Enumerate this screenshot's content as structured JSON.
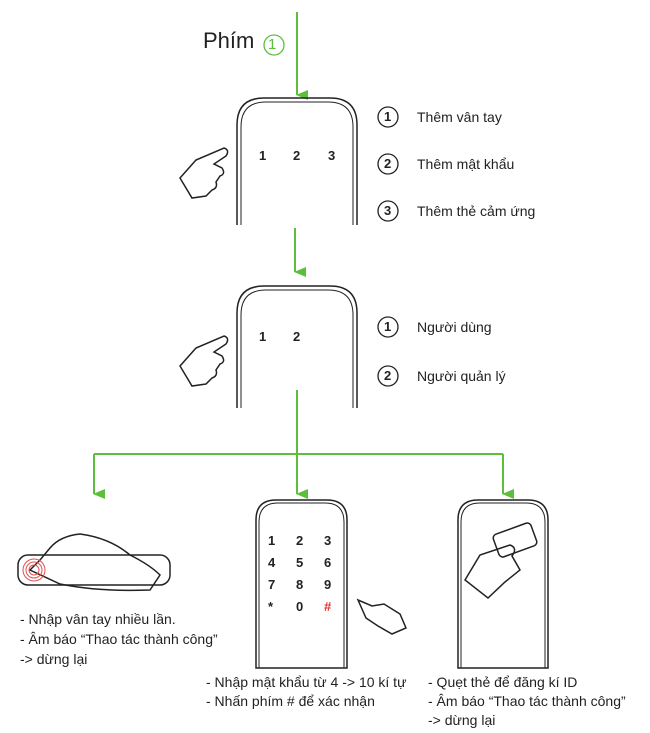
{
  "title": {
    "label": "Phím",
    "key": "1"
  },
  "step1": {
    "keys": [
      "1",
      "2",
      "3"
    ],
    "options": [
      {
        "num": "1",
        "label": "Thêm vân tay"
      },
      {
        "num": "2",
        "label": "Thêm mật khẩu"
      },
      {
        "num": "3",
        "label": "Thêm thẻ cảm ứng"
      }
    ]
  },
  "step2": {
    "keys": [
      "1",
      "2"
    ],
    "options": [
      {
        "num": "1",
        "label": "Người dùng"
      },
      {
        "num": "2",
        "label": "Người quản lý"
      }
    ]
  },
  "keypad": [
    "1",
    "2",
    "3",
    "4",
    "5",
    "6",
    "7",
    "8",
    "9",
    "*",
    "0",
    "#"
  ],
  "fingerprint": {
    "lines": [
      "- Nhập vân tay nhiều lần.",
      "- Âm báo “Thao tác thành công”",
      "-> dừng lại"
    ]
  },
  "password": {
    "lines": [
      "- Nhập mật khẩu từ 4 -> 10 kí tự",
      "- Nhấn phím # để xác nhận"
    ]
  },
  "card": {
    "lines": [
      "- Quẹt thẻ để đăng kí ID",
      "- Âm báo “Thao tác thành công”",
      "-> dừng lại"
    ]
  },
  "colors": {
    "arrow": "#5bbf3c",
    "hash": "#e53030",
    "sensor": "#e05050"
  }
}
